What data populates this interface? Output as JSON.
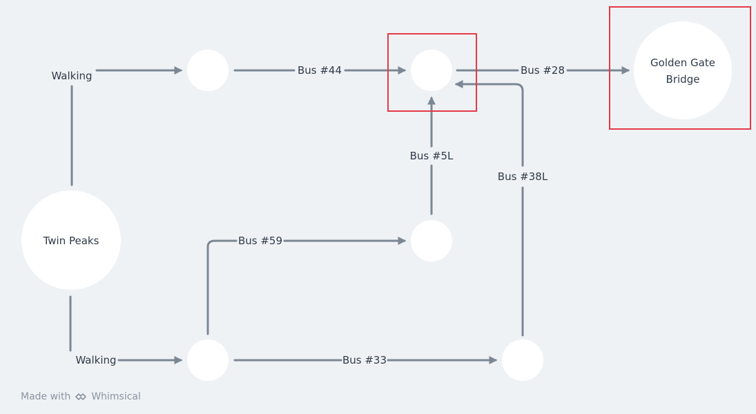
{
  "diagram": {
    "nodes": {
      "twin_peaks": "Twin Peaks",
      "golden_gate_line1": "Golden Gate",
      "golden_gate_line2": "Bridge"
    },
    "edges": {
      "walking_top": "Walking",
      "walking_bottom": "Walking",
      "bus44": "Bus #44",
      "bus28": "Bus #28",
      "bus5l": "Bus #5L",
      "bus38l": "Bus #38L",
      "bus59": "Bus #59",
      "bus33": "Bus #33"
    },
    "colors": {
      "background": "#eff2f5",
      "edge": "#7b8794",
      "highlight": "#e63946",
      "node": "#ffffff"
    }
  },
  "watermark": {
    "made_with": "Made with",
    "brand": "Whimsical"
  }
}
